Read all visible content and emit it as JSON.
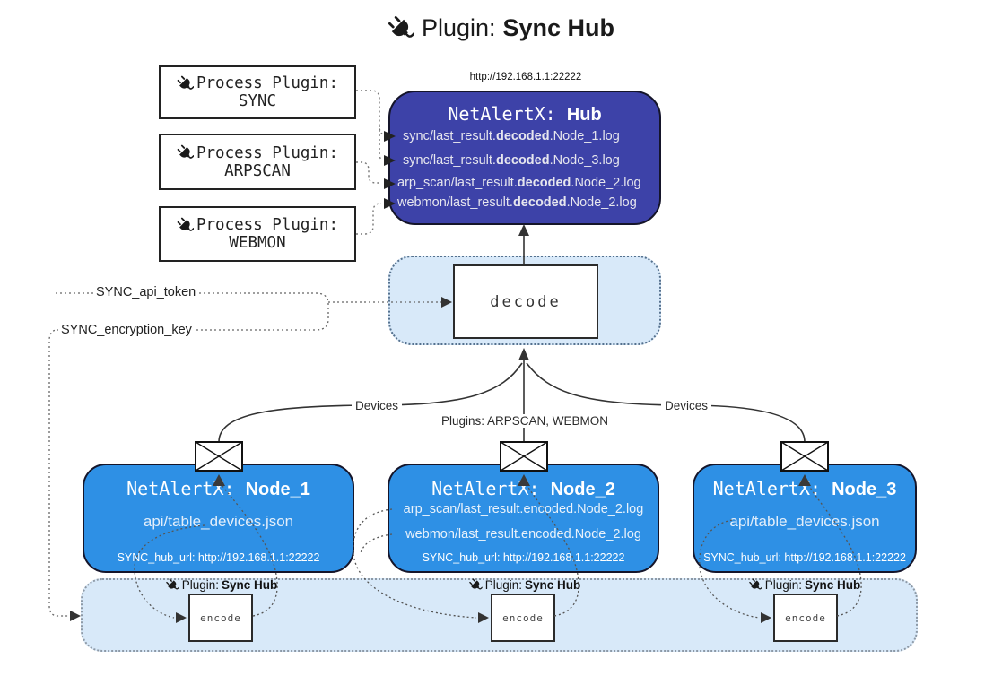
{
  "title": {
    "prefix": "Plugin:",
    "name": "Sync Hub"
  },
  "process_plugins": [
    {
      "label": "Process Plugin:",
      "name": "SYNC"
    },
    {
      "label": "Process Plugin:",
      "name": "ARPSCAN"
    },
    {
      "label": "Process Plugin:",
      "name": "WEBMON"
    }
  ],
  "hub": {
    "url": "http://192.168.1.1:22222",
    "title_prefix": "NetAlertX:",
    "title_name": "Hub",
    "log_lines": [
      {
        "pre": "sync/last_result.",
        "bold": "decoded",
        "post": ".Node_1.log"
      },
      {
        "pre": "sync/last_result.",
        "bold": "decoded",
        "post": ".Node_3.log"
      },
      {
        "pre": "arp_scan/last_result.",
        "bold": "decoded",
        "post": ".Node_2.log"
      },
      {
        "pre": "webmon/last_result.",
        "bold": "decoded",
        "post": ".Node_2.log"
      }
    ]
  },
  "decode": {
    "label": "decode"
  },
  "config": {
    "api_token_label": "SYNC_api_token",
    "encryption_key_label": "SYNC_encryption_key"
  },
  "edge_labels": {
    "devices_left": "Devices",
    "plugins_center": "Plugins: ARPSCAN, WEBMON",
    "devices_right": "Devices"
  },
  "nodes": [
    {
      "title_prefix": "NetAlertX:",
      "title_name": "Node_1",
      "lines": [
        "api/table_devices.json"
      ],
      "hub_url": "SYNC_hub_url: http://192.168.1.1:22222"
    },
    {
      "title_prefix": "NetAlertX:",
      "title_name": "Node_2",
      "lines": [
        "arp_scan/last_result.encoded.Node_2.log",
        "webmon/last_result.encoded.Node_2.log"
      ],
      "hub_url": "SYNC_hub_url: http://192.168.1.1:22222"
    },
    {
      "title_prefix": "NetAlertX:",
      "title_name": "Node_3",
      "lines": [
        "api/table_devices.json"
      ],
      "hub_url": "SYNC_hub_url: http://192.168.1.1:22222"
    }
  ],
  "encoders": [
    {
      "prefix": "Plugin:",
      "name": "Sync Hub",
      "box_label": "encode"
    },
    {
      "prefix": "Plugin:",
      "name": "Sync Hub",
      "box_label": "encode"
    },
    {
      "prefix": "Plugin:",
      "name": "Sync Hub",
      "box_label": "encode"
    }
  ],
  "icons": {
    "plug": "plug-icon",
    "mail": "envelope-icon"
  },
  "colors": {
    "hub_bg": "#3d42a8",
    "node_bg": "#2e90e5",
    "panel_bg": "#d8e9f9",
    "line": "#333333"
  }
}
